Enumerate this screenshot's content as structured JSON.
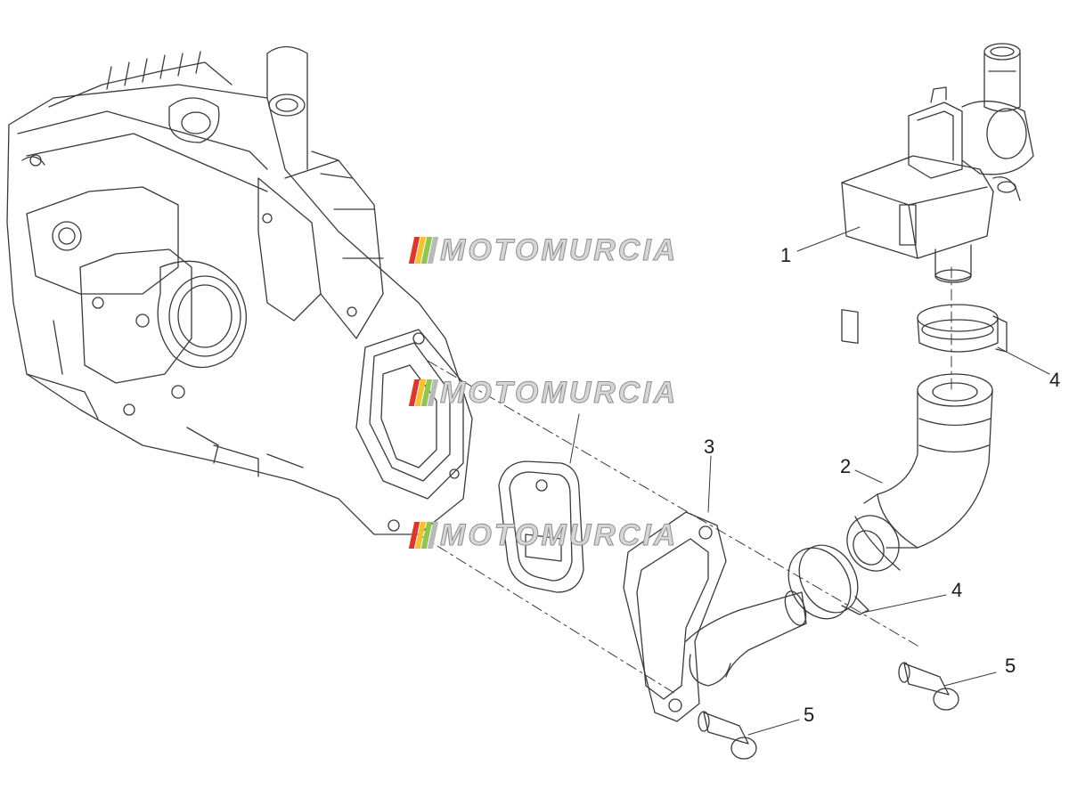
{
  "callouts": {
    "c1": "1",
    "c2": "2",
    "c3": "3",
    "c4a": "4",
    "c4b": "4",
    "c5a": "5",
    "c5b": "5"
  },
  "watermark": {
    "text": "MOTOMURCIA",
    "bar_colors": [
      "#e2342b",
      "#f2c230",
      "#8fc74a",
      "#b9b9b9"
    ]
  },
  "colors": {
    "line": "#3a3a3a",
    "background": "#ffffff"
  }
}
